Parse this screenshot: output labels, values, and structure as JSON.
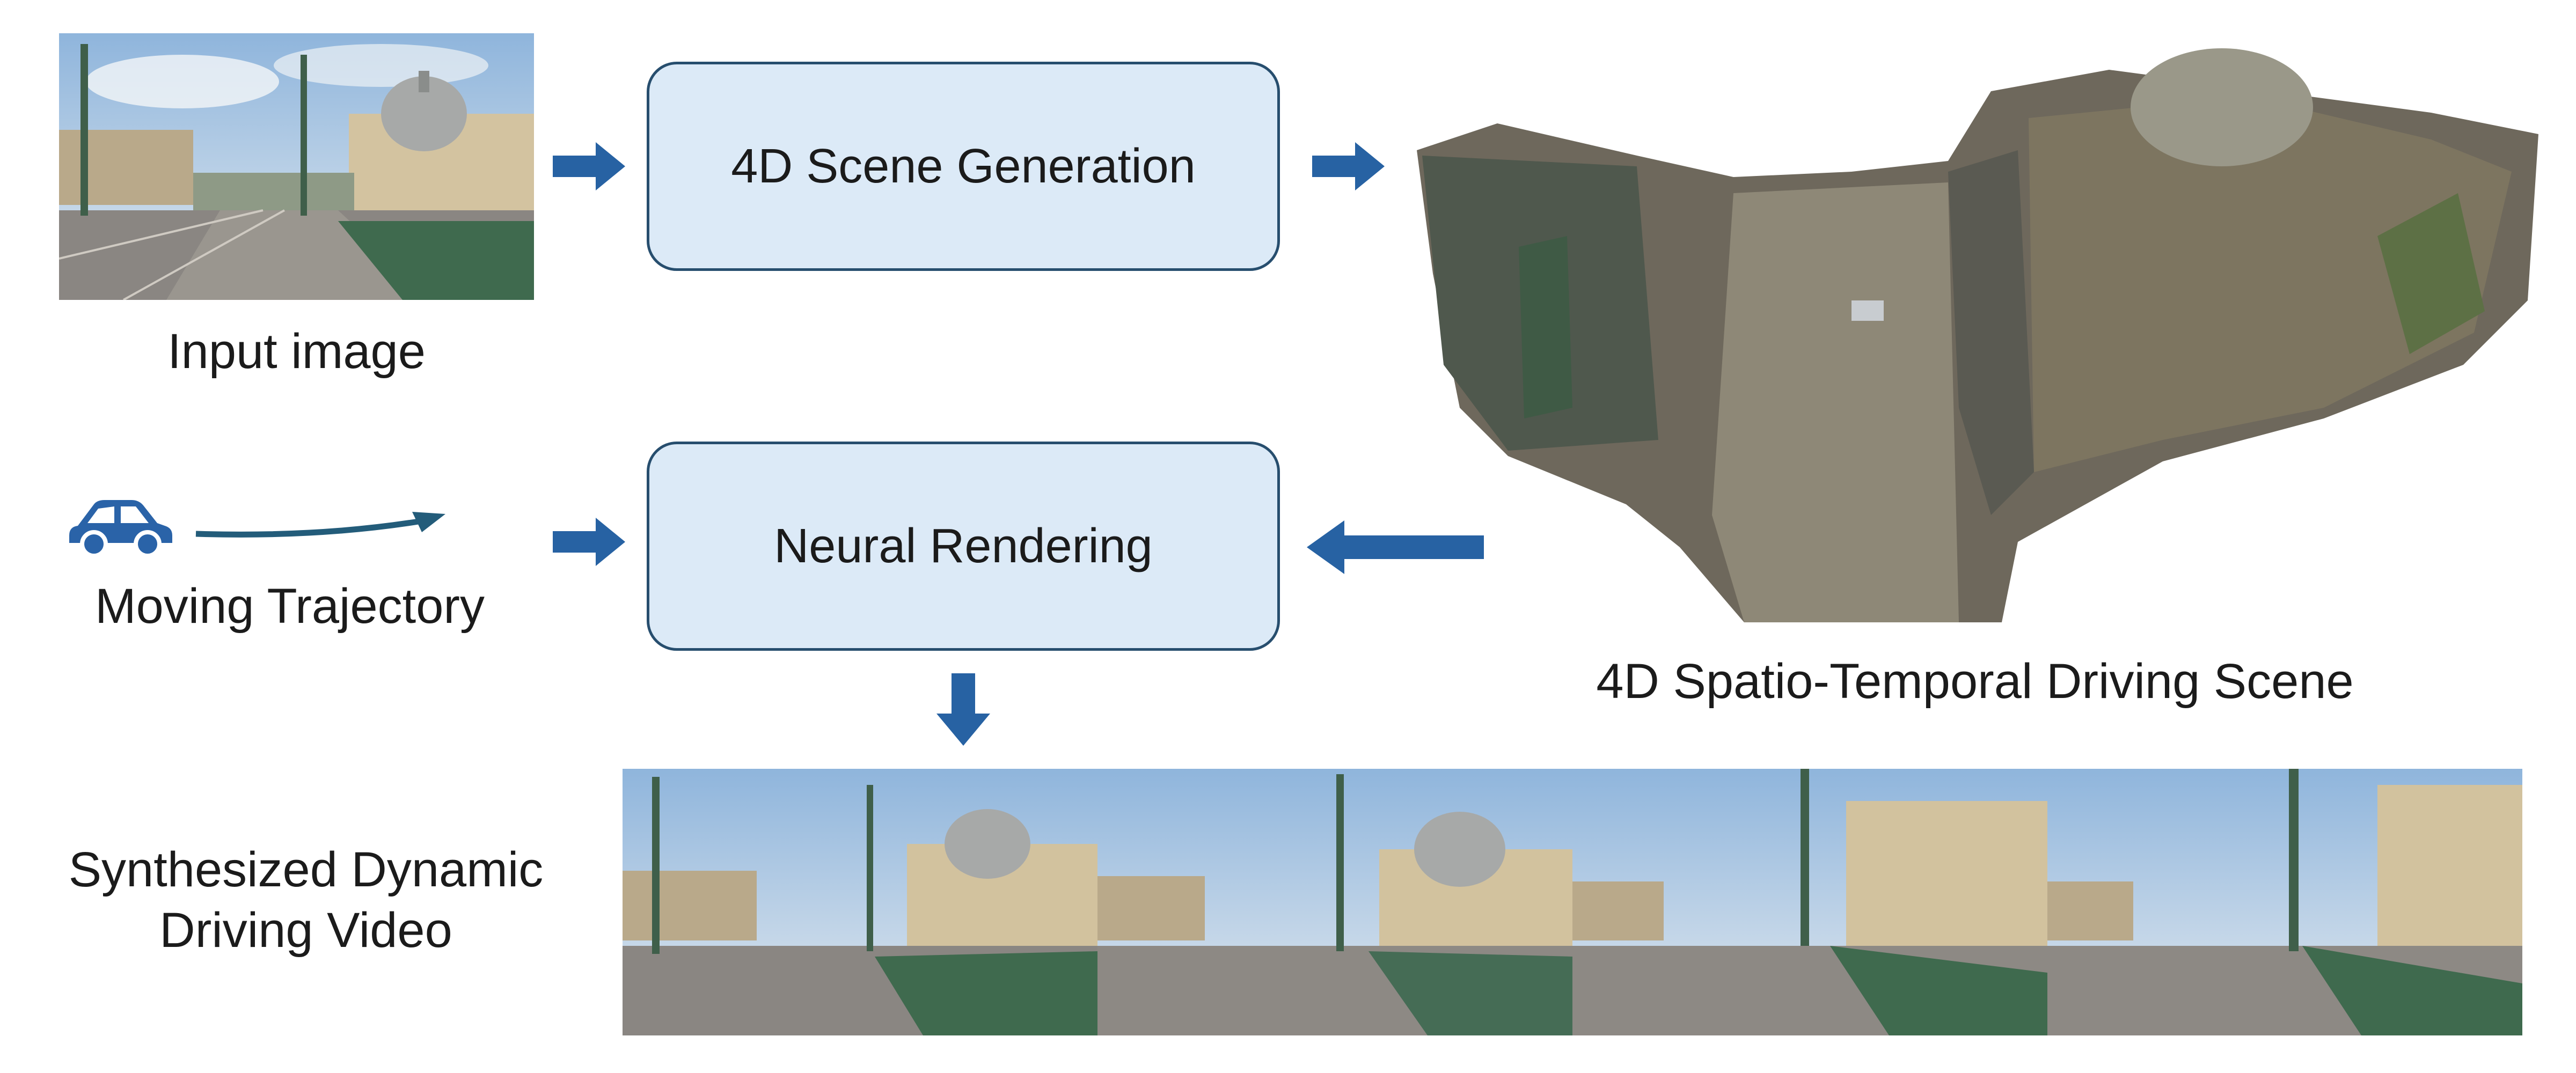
{
  "diagram": {
    "nodes": {
      "scene_generation": "4D Scene Generation",
      "neural_rendering": "Neural Rendering"
    },
    "labels": {
      "input_image": "Input image",
      "moving_trajectory": "Moving Trajectory",
      "driving_scene": "4D Spatio-Temporal Driving Scene",
      "synthesized_video_line1": "Synthesized Dynamic",
      "synthesized_video_line2": "Driving Video"
    },
    "colors": {
      "arrow": "#2762a3",
      "box_fill": "#dceaf7",
      "box_border": "#274e6e",
      "car_icon": "#2a63a8"
    },
    "video_frame_count": 4,
    "icons": [
      "car-icon",
      "trajectory-arrow-icon"
    ]
  }
}
